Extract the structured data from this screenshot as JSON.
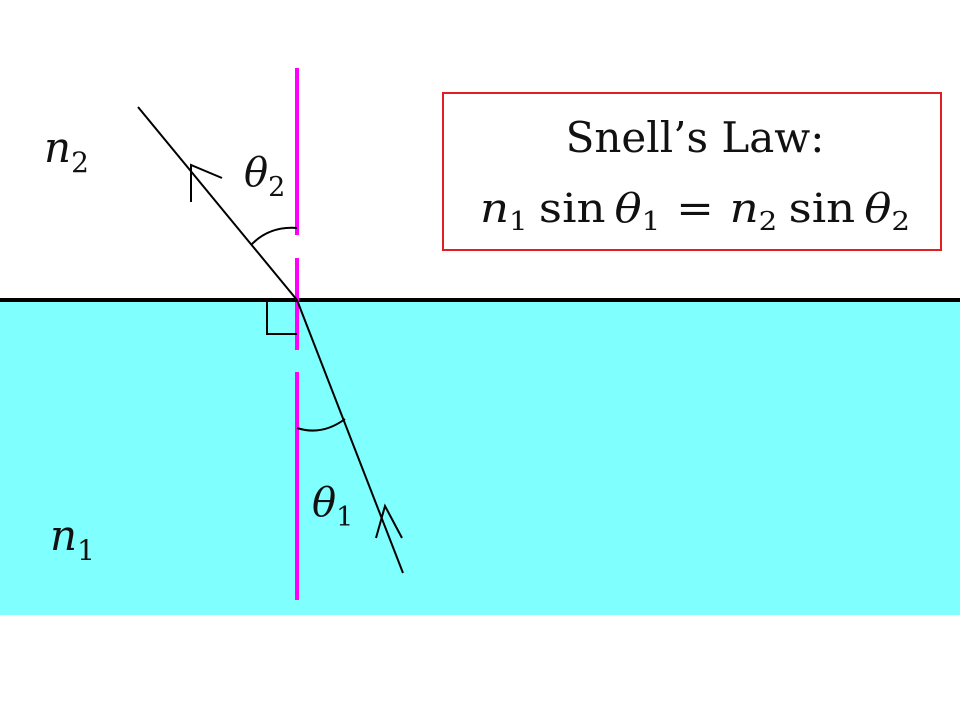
{
  "colors": {
    "background": "#ffffff",
    "lower_medium": "#80ffff",
    "interface_line": "#000000",
    "normal_line": "#ff00ff",
    "ray": "#000000",
    "box_border": "#e02020"
  },
  "media": {
    "upper": {
      "symbol": "n",
      "subscript": "2"
    },
    "lower": {
      "symbol": "n",
      "subscript": "1"
    }
  },
  "angles": {
    "upper": {
      "symbol": "θ",
      "subscript": "2"
    },
    "lower": {
      "symbol": "θ",
      "subscript": "1"
    }
  },
  "law_box": {
    "title": "Snell’s Law:",
    "equation": {
      "lhs_n": "n",
      "lhs_n_sub": "1",
      "sin_word": "sin",
      "lhs_theta": "θ",
      "lhs_theta_sub": "1",
      "equals": "=",
      "rhs_n": "n",
      "rhs_n_sub": "2",
      "rhs_theta": "θ",
      "rhs_theta_sub": "2"
    }
  },
  "icons": [
    "right-angle-marker-icon",
    "arrow-head-icon"
  ]
}
